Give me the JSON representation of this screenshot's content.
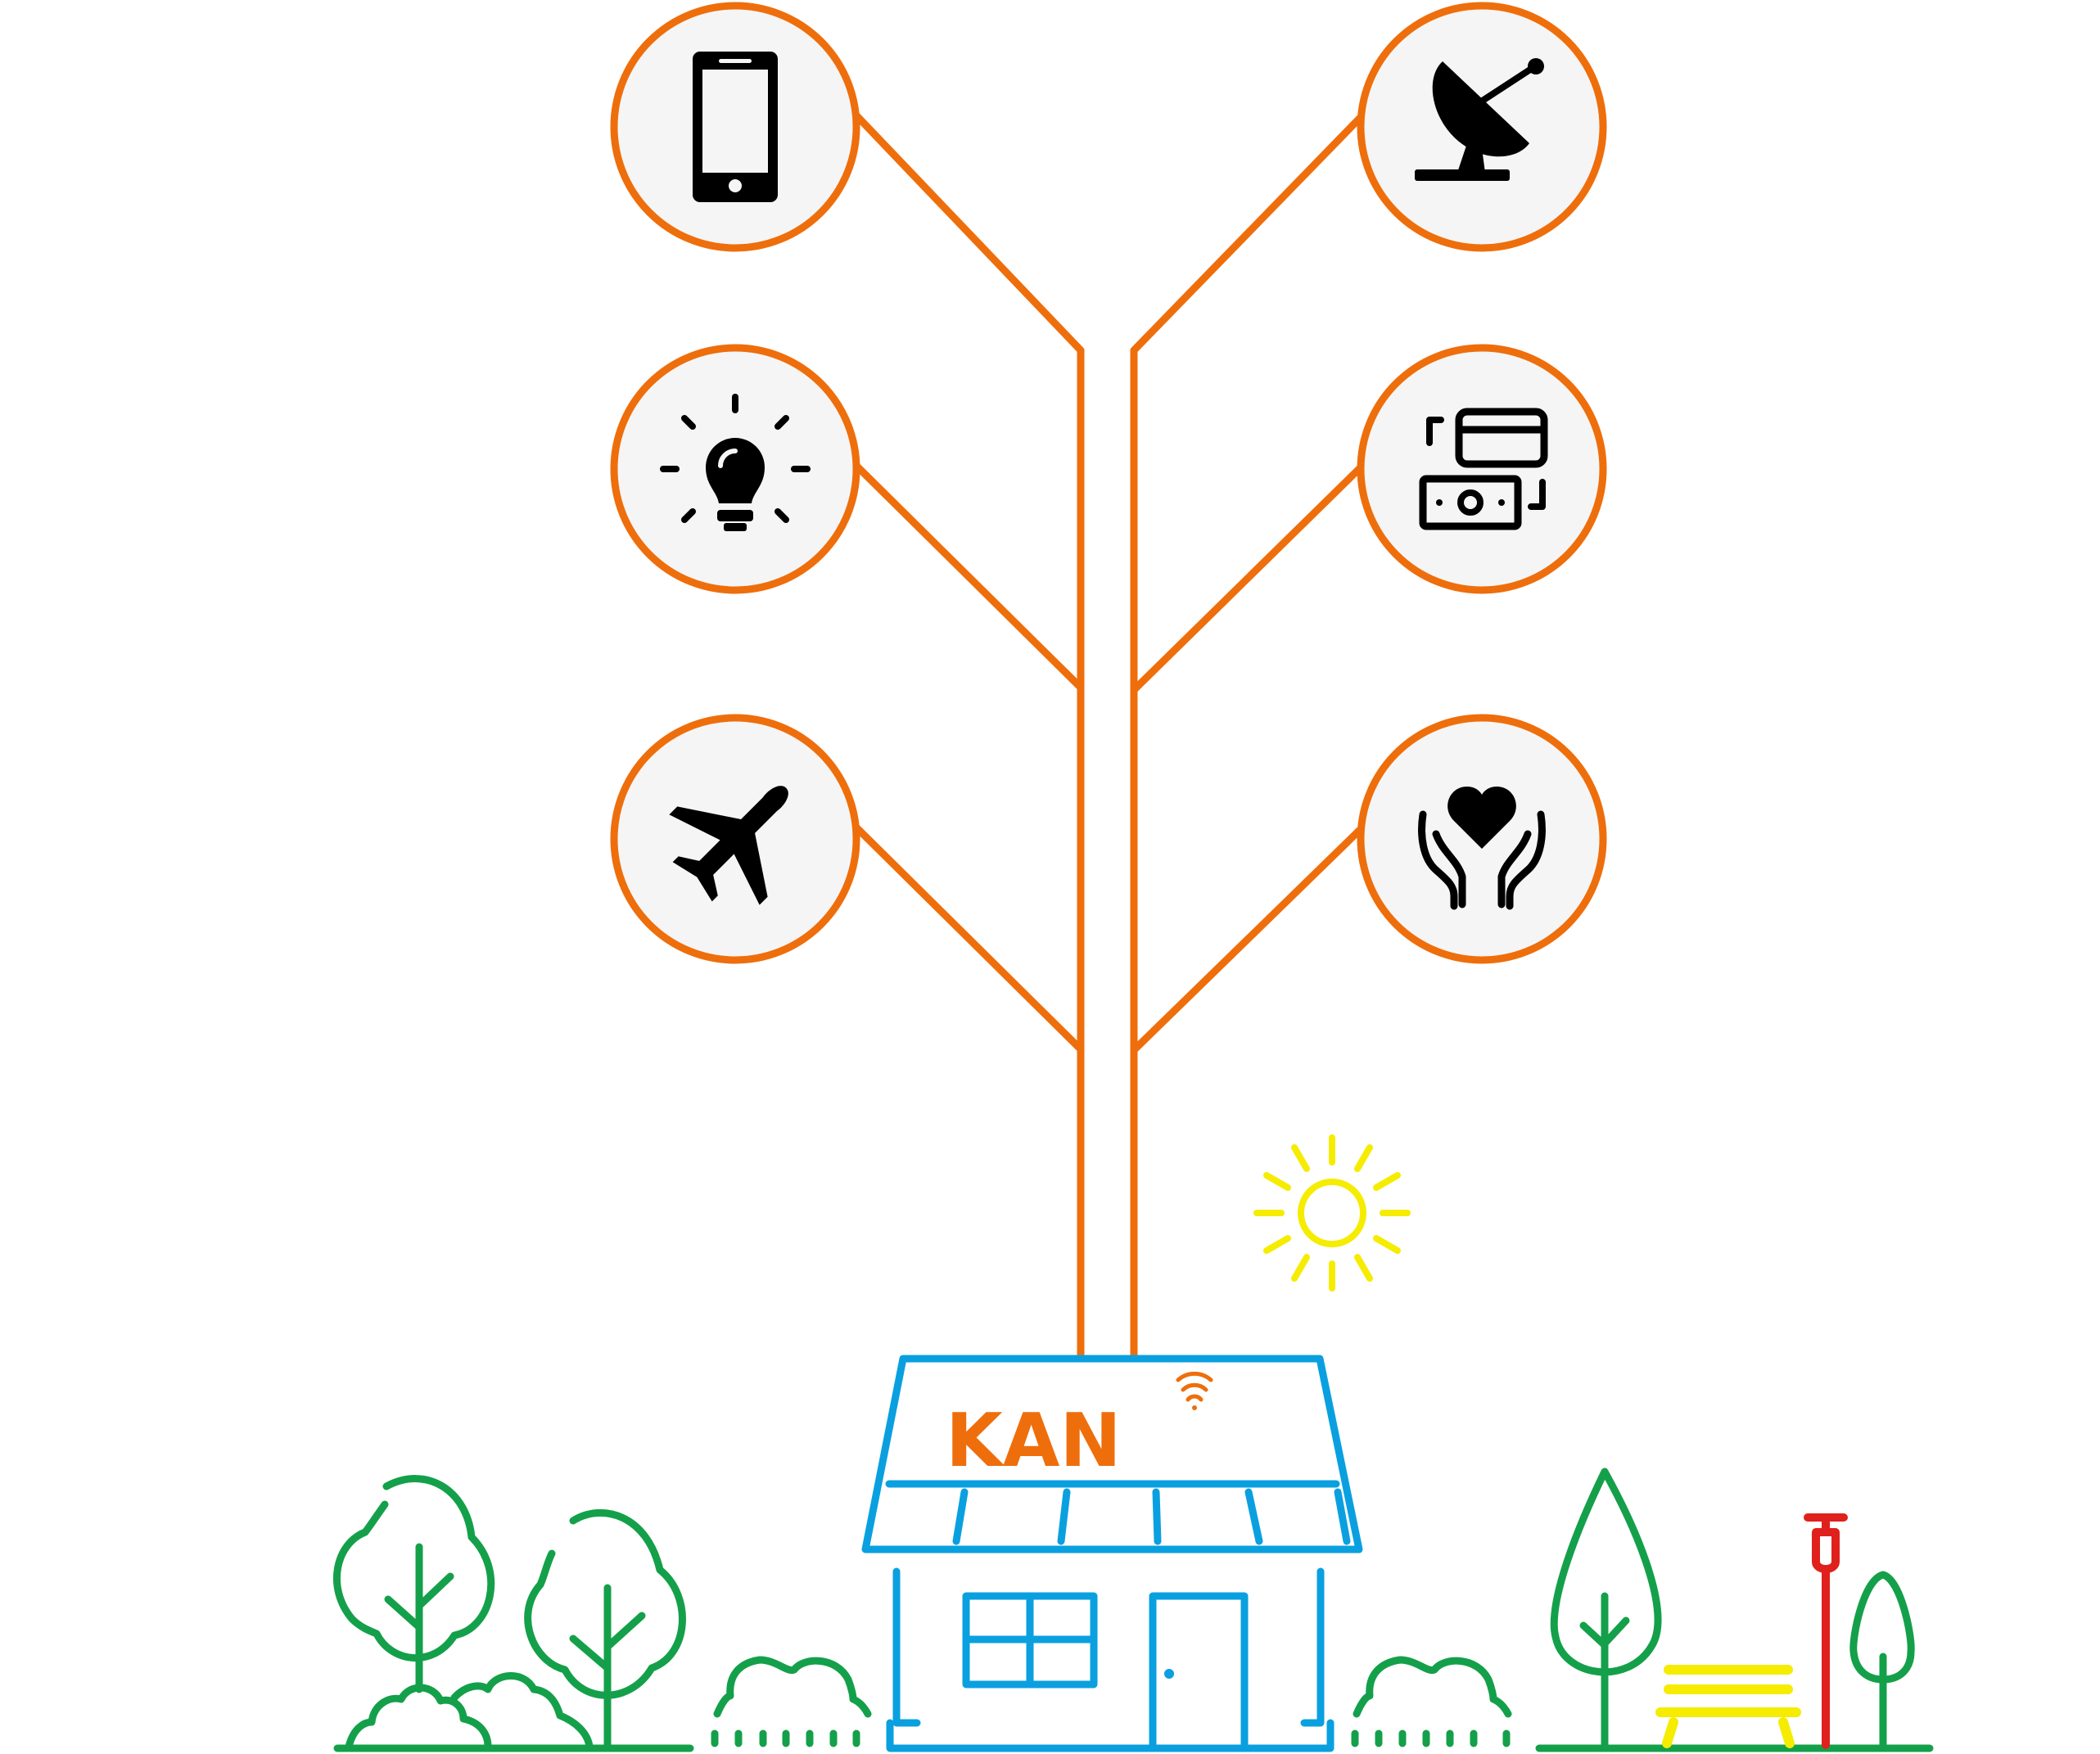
{
  "colors": {
    "branch": "#ee6e0c",
    "node_fill": "#f5f5f5",
    "icon": "#000000",
    "shop": "#0aa0e0",
    "greenery": "#14a04a",
    "sun": "#f5ec00",
    "lamp": "#e0201c",
    "bench": "#f5ec00"
  },
  "shop": {
    "sign": "KAN",
    "sign_icon": "wifi-icon"
  },
  "nodes": [
    {
      "icon": "smartphone-icon",
      "side": "left"
    },
    {
      "icon": "lightbulb-icon",
      "side": "left"
    },
    {
      "icon": "airplane-icon",
      "side": "left"
    },
    {
      "icon": "satellite-dish-icon",
      "side": "right"
    },
    {
      "icon": "card-and-cash-icon",
      "side": "right"
    },
    {
      "icon": "heart-in-hands-icon",
      "side": "right"
    }
  ]
}
